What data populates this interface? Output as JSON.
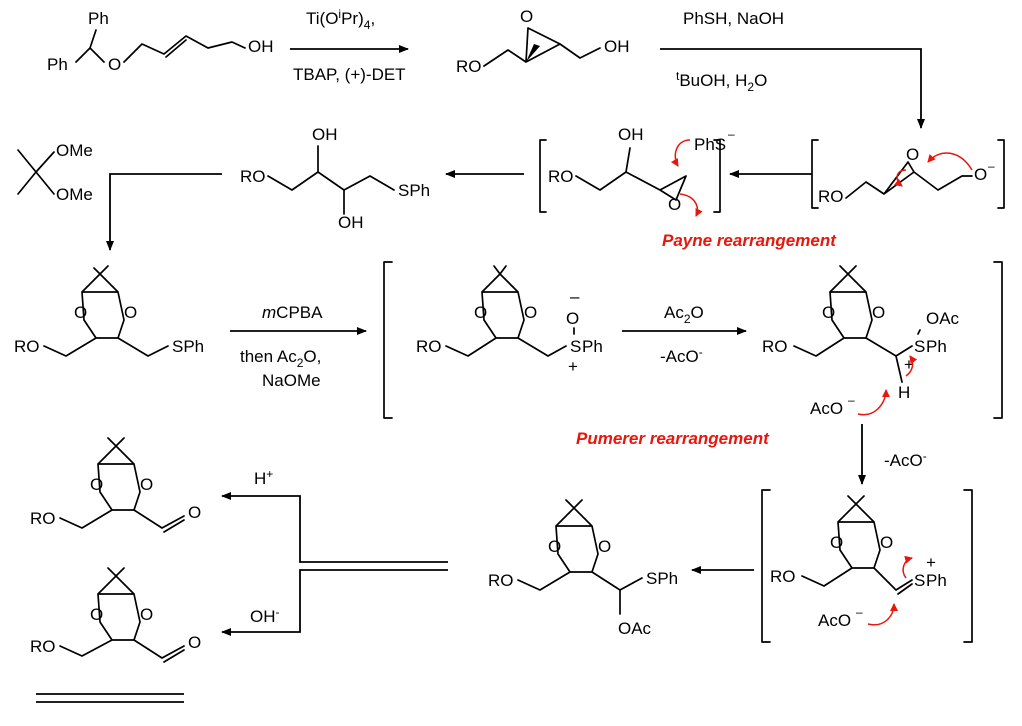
{
  "step1": {
    "reagent_top": "Ti(O",
    "reagent_top_sup": "i",
    "reagent_top_end": "Pr)",
    "reagent_top_sub": "4",
    "reagent_top_tail": ",",
    "reagent_bottom": "TBAP,  (+)-DET"
  },
  "step2": {
    "reagent_top": "PhSH, NaOH",
    "reagent_bottom_sup": "t",
    "reagent_bottom": "BuOH, H",
    "reagent_bottom_sub": "2",
    "reagent_bottom_tail": "O"
  },
  "step3": {
    "reagent_top_pre": "m",
    "reagent_top": "CPBA",
    "reagent_mid": "then Ac",
    "reagent_mid_sub": "2",
    "reagent_mid_tail": "O,",
    "reagent_bottom": "NaOMe"
  },
  "step4": {
    "reagent_top": "Ac",
    "reagent_top_sub": "2",
    "reagent_top_tail": "O",
    "reagent_bottom": "-AcO",
    "reagent_bottom_sup": "-"
  },
  "step5": {
    "reagent": "-AcO",
    "reagent_sup": "-"
  },
  "branch": {
    "acid": "H",
    "acid_sup": "+",
    "base": "OH",
    "base_sup": "-"
  },
  "labels": {
    "ph": "Ph",
    "o": "O",
    "oh": "OH",
    "ro": "RO",
    "sph": "SPh",
    "phs": "PhS",
    "ome": "OMe",
    "oac": "OAc",
    "aco": "AcO",
    "minus": "–",
    "plus": "+",
    "h": "H",
    "s": "S"
  },
  "annotations": {
    "payne": "Payne rearrangement",
    "pumerer": "Pumerer rearrangement"
  },
  "colors": {
    "accent": "#e8160c",
    "ink": "#000000"
  }
}
